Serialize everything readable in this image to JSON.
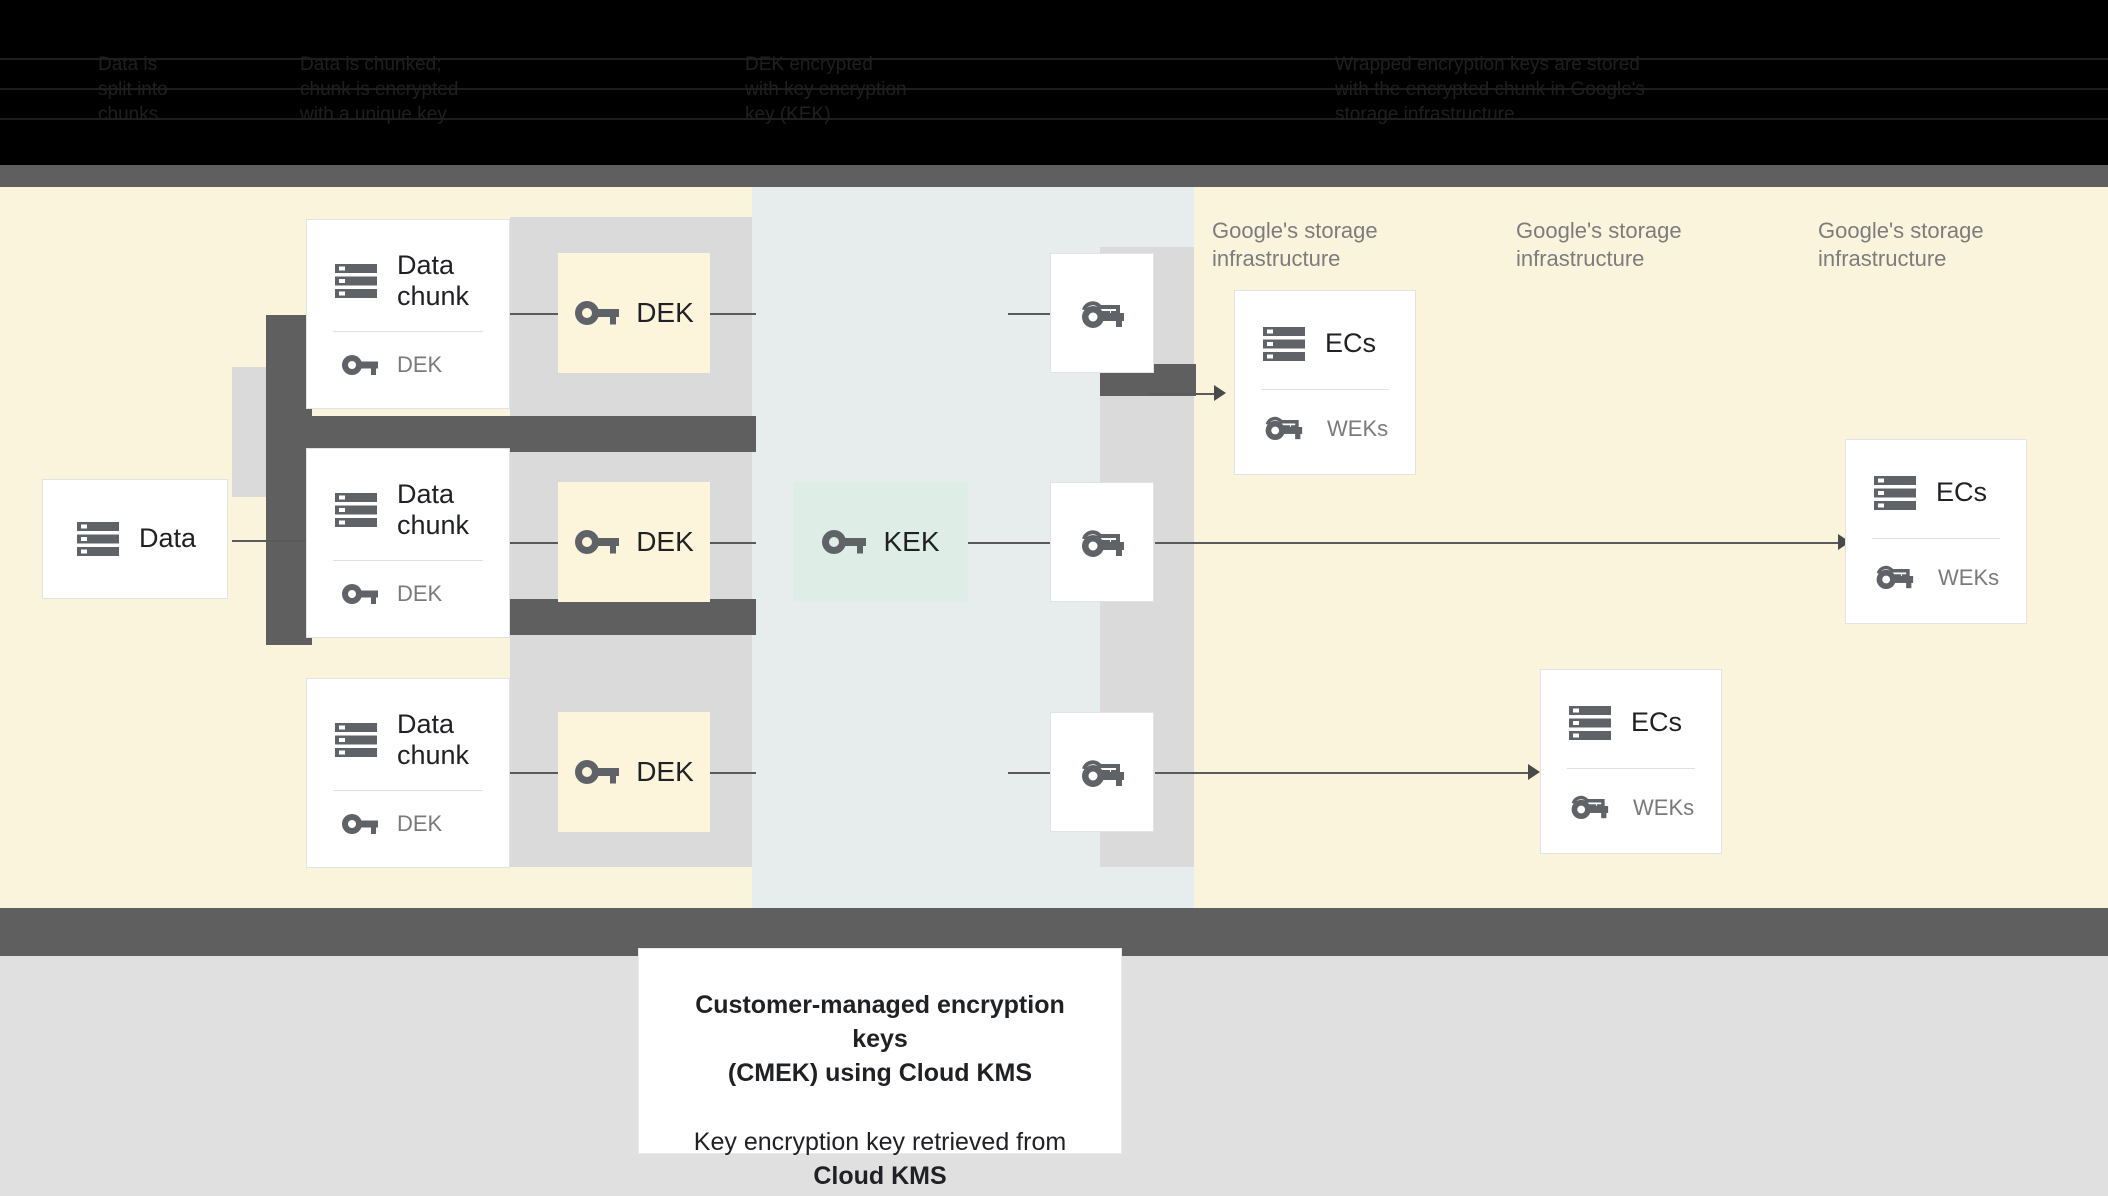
{
  "header": {
    "lines": [
      "Data is\nsplit into\nchunks",
      "Data is chunked;\nchunk is encrypted\nwith a unique key",
      "DEK encrypted\nwith key encryption\nkey (KEK)",
      "Wrapped encryption keys are stored\nwith the encrypted chunk in Google's\nstorage infrastructure"
    ]
  },
  "diagram": {
    "source_card": {
      "title": "Data",
      "icon": "server-stack-icon"
    },
    "chunk_cards": [
      {
        "title": "Data chunk",
        "key_label": "DEK",
        "icon": "server-stack-icon",
        "key_icon": "key-icon"
      },
      {
        "title": "Data chunk",
        "key_label": "DEK",
        "icon": "server-stack-icon",
        "key_icon": "key-icon"
      },
      {
        "title": "Data chunk",
        "key_label": "DEK",
        "icon": "server-stack-icon",
        "key_icon": "key-icon"
      }
    ],
    "dek_chips": [
      {
        "label": "DEK",
        "icon": "key-icon",
        "color": "#fcf5dc"
      },
      {
        "label": "DEK",
        "icon": "key-icon",
        "color": "#fcf5dc"
      },
      {
        "label": "DEK",
        "icon": "key-icon",
        "color": "#fcf5dc"
      }
    ],
    "kek_chip": {
      "label": "KEK",
      "icon": "key-icon",
      "color": "#deeee6"
    },
    "wek_boxes": [
      {
        "icon": "wrapped-key-icon"
      },
      {
        "icon": "wrapped-key-icon"
      },
      {
        "icon": "wrapped-key-icon"
      }
    ],
    "storage_labels": [
      "Google's storage\ninfrastructure",
      "Google's storage\ninfrastructure",
      "Google's storage\ninfrastructure"
    ],
    "ec_cards": [
      {
        "title": "ECs",
        "key_label": "WEKs",
        "icon": "server-stack-icon",
        "key_icon": "wrapped-key-icon"
      },
      {
        "title": "ECs",
        "key_label": "WEKs",
        "icon": "server-stack-icon",
        "key_icon": "wrapped-key-icon"
      },
      {
        "title": "ECs",
        "key_label": "WEKs",
        "icon": "server-stack-icon",
        "key_icon": "wrapped-key-icon"
      }
    ]
  },
  "caption": {
    "line1": "Customer-managed encryption keys",
    "line2": "(CMEK) using Cloud KMS",
    "line3": "Key encryption key retrieved from",
    "line4": "Cloud KMS"
  },
  "colors": {
    "band_cream": "#fbf4dd",
    "band_mid": "#e7ecec",
    "band_gray": "#5f5f5f",
    "page_bg": "#e0e0e0",
    "dek_fill": "#fcf5dc",
    "kek_fill": "#deeee6",
    "icon_gray": "#5f6368",
    "text_muted": "#7c7c7c"
  }
}
